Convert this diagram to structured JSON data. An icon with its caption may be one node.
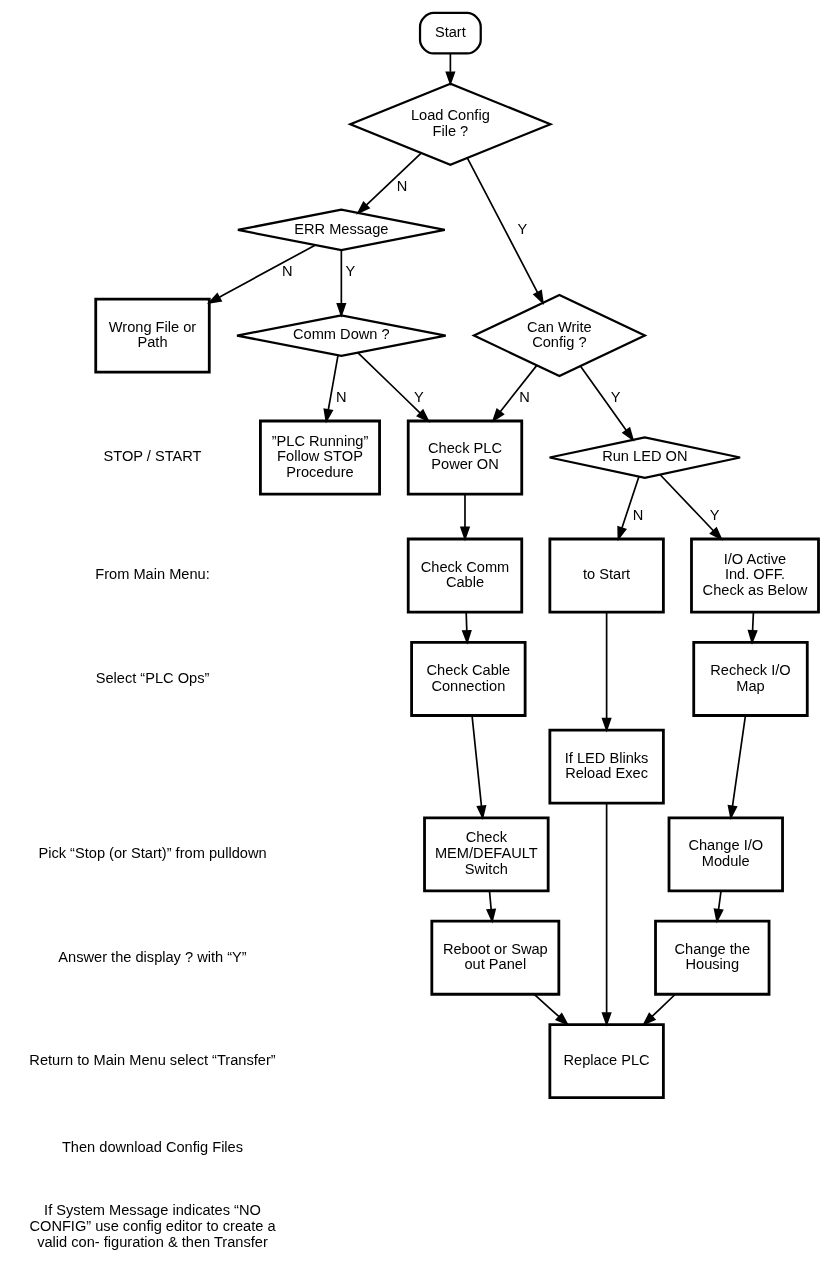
{
  "diagram": {
    "nodes": [
      {
        "text": [
          "Start"
        ]
      },
      {
        "text": [
          "Load Config File ?"
        ]
      },
      {
        "text": [
          "ERR Message"
        ]
      },
      {
        "text": [
          "Can Write Config ?"
        ]
      },
      {
        "text": [
          "Comm Down ?"
        ]
      },
      {
        "text": [
          "Run LED ON"
        ]
      },
      {
        "text": [
          "Wrong File or Path"
        ]
      },
      {
        "text": [
          "Check PLC Power ON"
        ]
      },
      {
        "text": [
          "to Start"
        ]
      },
      {
        "text": [
          "”PLC Running” Follow STOP Procedure"
        ]
      },
      {
        "text": [
          "Check Comm Cable"
        ]
      },
      {
        "text": [
          "If LED Blinks Reload Exec"
        ]
      },
      {
        "text": [
          "I/O Active Ind. OFF. Check as Below"
        ]
      },
      {
        "text": [
          "Check Cable Connection"
        ]
      },
      {
        "text": [
          "Recheck I/O Map"
        ]
      },
      {
        "text": [
          "Check MEM/DEFAULT Switch"
        ]
      },
      {
        "text": [
          "Change I/O Module"
        ]
      },
      {
        "text": [
          "Reboot or Swap out Panel"
        ]
      },
      {
        "text": [
          "Change the Housing"
        ]
      },
      {
        "text": [
          "Replace PLC"
        ]
      }
    ],
    "edges": [
      {
        "from": 0,
        "to": 1,
        "arrow": "to"
      },
      {
        "from": 1,
        "to": 2,
        "arrow": "to",
        "label": "N"
      },
      {
        "from": 1,
        "to": 3,
        "arrow": "to",
        "label": "Y"
      },
      {
        "from": 2,
        "to": 6,
        "arrow": "to",
        "label": "N"
      },
      {
        "from": 2,
        "to": 4,
        "arrow": "to",
        "label": "Y"
      },
      {
        "from": 3,
        "to": 7,
        "arrow": "to",
        "label": "N"
      },
      {
        "from": 3,
        "to": 5,
        "arrow": "to",
        "label": "Y"
      },
      {
        "from": 4,
        "to": 7,
        "arrow": "to",
        "label": "Y"
      },
      {
        "from": 4,
        "to": 9,
        "arrow": "to",
        "label": "N"
      },
      {
        "from": 5,
        "to": 8,
        "arrow": "to",
        "label": "N"
      },
      {
        "from": 5,
        "to": 12,
        "arrow": "to",
        "label": "Y"
      },
      {
        "from": 7,
        "to": 10,
        "arrow": "to"
      },
      {
        "from": 10,
        "to": 13,
        "arrow": "to"
      },
      {
        "from": 13,
        "to": 15,
        "arrow": "to"
      },
      {
        "from": 15,
        "to": 17,
        "arrow": "to"
      },
      {
        "from": 8,
        "to": 11,
        "arrow": "to"
      },
      {
        "from": 12,
        "to": 14,
        "arrow": "to"
      },
      {
        "from": 14,
        "to": 16,
        "arrow": "to"
      },
      {
        "from": 16,
        "to": 18,
        "arrow": "to"
      },
      {
        "from": 17,
        "to": 19,
        "arrow": "to"
      },
      {
        "from": 11,
        "to": 19,
        "arrow": "to"
      },
      {
        "from": 18,
        "to": 19,
        "arrow": "to"
      }
    ],
    "labels": [
      "STOP / START",
      "From Main Menu:",
      "Select “PLC Ops”",
      "Pick “Stop (or Start)” from pulldown",
      "Answer the display ? with “Y”",
      "Return to Main Menu select “Transfer”",
      "Then download Config Files",
      "If System Message indicates “NO CONFIG” use config editor to create a valid con- figuration & then Transfer"
    ]
  }
}
